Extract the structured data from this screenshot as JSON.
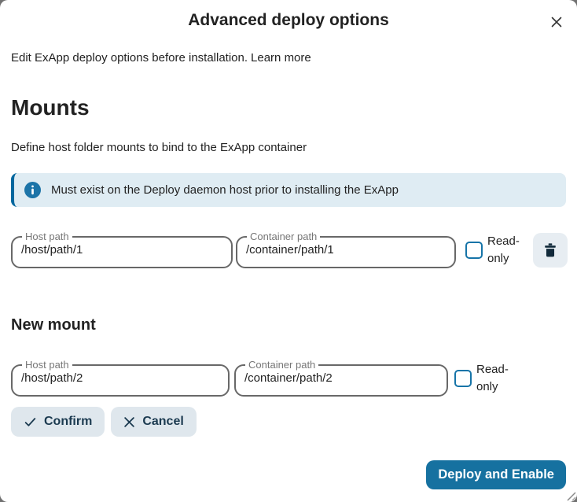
{
  "colors": {
    "primary_blue": "#1671A0",
    "checkbox_blue": "#1674A8",
    "banner_background": "#DFECF3",
    "banner_border": "#00679E",
    "secondary_button_background": "#DFE7ED",
    "secondary_button_text": "#1B3A50",
    "backdrop": "#717171"
  },
  "icons": {
    "close": "✕",
    "info": "i",
    "confirm_check": "✓",
    "cancel_x": "✕",
    "delete": "trash",
    "resize": "diagonal-grip"
  },
  "dialog": {
    "title": "Advanced deploy options",
    "intro_text": "Edit ExApp deploy options before installation.",
    "learn_more_label": "Learn more",
    "mounts": {
      "heading": "Mounts",
      "description": "Define host folder mounts to bind to the ExApp container",
      "note": "Must exist on the Deploy daemon host prior to installing the ExApp",
      "host_path_label": "Host path",
      "container_path_label": "Container path",
      "readonly_label": "Read-only",
      "existing": [
        {
          "host_path": "/host/path/1",
          "container_path": "/container/path/1",
          "readonly_checked": false
        }
      ],
      "new_mount": {
        "heading": "New mount",
        "host_path": "/host/path/2",
        "container_path": "/container/path/2",
        "readonly_checked": false
      }
    },
    "actions": {
      "confirm_label": "Confirm",
      "cancel_label": "Cancel",
      "deploy_label": "Deploy and Enable"
    }
  }
}
